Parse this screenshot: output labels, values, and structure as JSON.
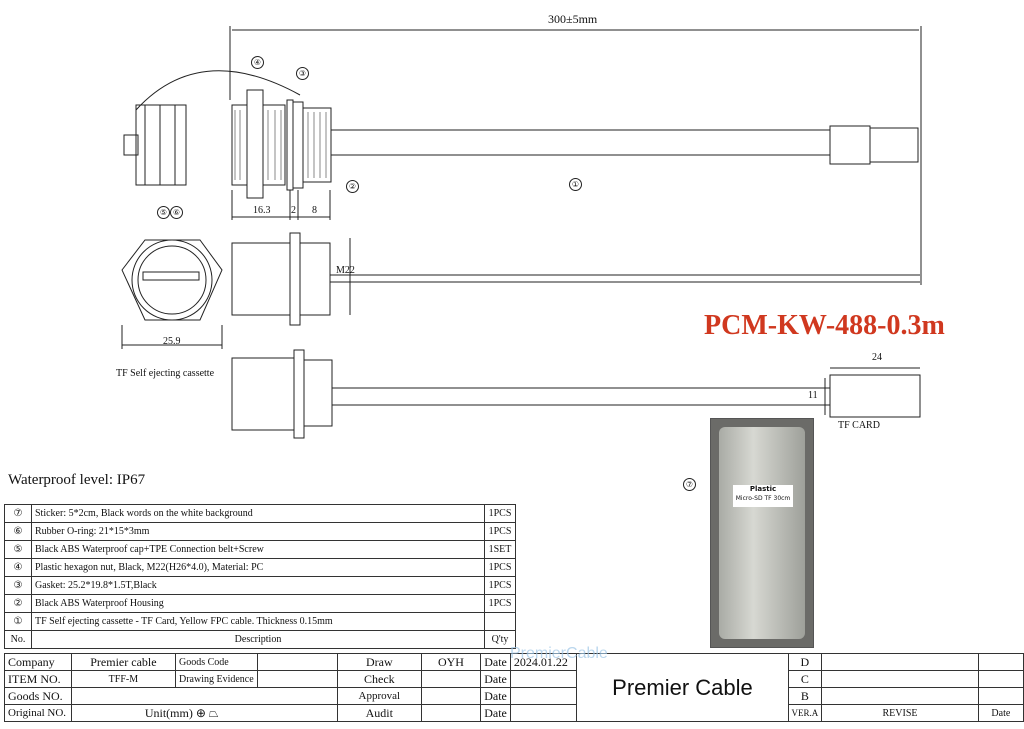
{
  "overall_length": "300±5mm",
  "part_number": "PCM-KW-488-0.3m",
  "waterproof": "Waterproof level: IP67",
  "labels": {
    "cassette": "TF Self ejecting cassette",
    "tf_card": "TF CARD",
    "dim_16_3": "16.3",
    "dim_2": "2",
    "dim_8": "8",
    "dim_m22": "M22",
    "dim_25_9": "25.9",
    "dim_24": "24",
    "dim_11": "11"
  },
  "balloons": {
    "b1": "①",
    "b2": "②",
    "b3": "③",
    "b4": "④",
    "b5": "⑤",
    "b6": "⑥",
    "b7": "⑦"
  },
  "photo": {
    "title": "Plastic",
    "subtitle": "Micro-SD TF 30cm"
  },
  "bom": {
    "rows": [
      {
        "no": "⑦",
        "desc": "Sticker: 5*2cm, Black words on the white background",
        "qty": "1PCS"
      },
      {
        "no": "⑥",
        "desc": "Rubber O-ring: 21*15*3mm",
        "qty": "1PCS"
      },
      {
        "no": "⑤",
        "desc": "Black ABS Waterproof cap+TPE Connection belt+Screw",
        "qty": "1SET"
      },
      {
        "no": "④",
        "desc": "Plastic hexagon nut, Black, M22(H26*4.0), Material: PC",
        "qty": "1PCS"
      },
      {
        "no": "③",
        "desc": "Gasket: 25.2*19.8*1.5T,Black",
        "qty": "1PCS"
      },
      {
        "no": "②",
        "desc": "Black ABS Waterproof Housing",
        "qty": "1PCS"
      },
      {
        "no": "①",
        "desc": "TF Self ejecting cassette - TF Card, Yellow FPC cable. Thickness 0.15mm",
        "qty": ""
      }
    ],
    "header": {
      "no": "No.",
      "desc": "Description",
      "qty": "Q'ty"
    }
  },
  "title_block": {
    "company_label": "Company",
    "company": "Premier cable",
    "goods_code_label": "Goods Code",
    "item_label": "ITEM NO.",
    "item": "TFF-M",
    "drawing_evidence": "Drawing Evidence",
    "goods_label": "Goods NO.",
    "original_label": "Original NO.",
    "unit": "Unit(mm)",
    "draw_label": "Draw",
    "draw": "OYH",
    "check_label": "Check",
    "approval_label": "Approval",
    "audit_label": "Audit",
    "date_label": "Date",
    "date": "2024.01.22",
    "big_name": "Premier Cable",
    "rev_d": "D",
    "rev_c": "C",
    "rev_b": "B",
    "rev_a": "VER.A",
    "revise": "REVISE",
    "rev_date": "Date"
  },
  "watermark": "PremierCable"
}
